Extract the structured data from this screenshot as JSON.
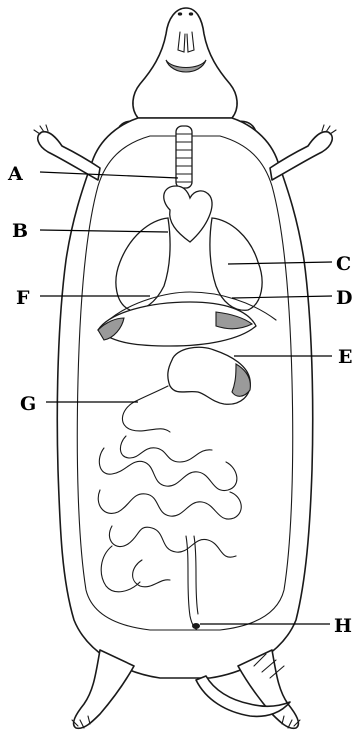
{
  "labels": {
    "A": "A",
    "B": "B",
    "C": "C",
    "D": "D",
    "E": "E",
    "F": "F",
    "G": "G",
    "H": "H"
  },
  "colors": {
    "line": "#000000",
    "shading": "#9a9a9a",
    "background": "#ffffff"
  }
}
